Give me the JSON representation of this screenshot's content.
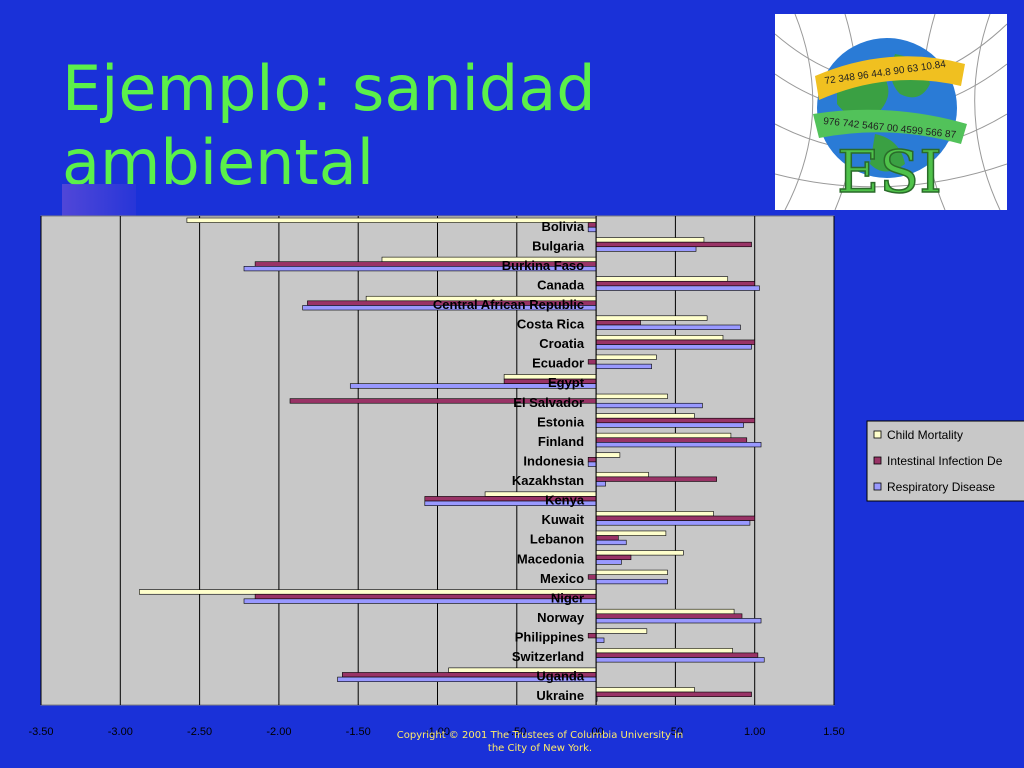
{
  "slide": {
    "title": "Ejemplo: sanidad ambiental",
    "copyright": "Copyright © 2001 The Trustees of Columbia University in the City of New York."
  },
  "logo": {
    "text": "ESI",
    "band_numbers_top": "72 348 96 44.8 90 63 10.84",
    "band_numbers_bottom": "976 742 5467 00 4599 566 87"
  },
  "colors": {
    "background": "#1a31d8",
    "title": "#5bf04a",
    "plot_area": "#c8c8c8",
    "child_mortality": "#ffffcc",
    "intestinal": "#993366",
    "respiratory": "#9999ff"
  },
  "chart_data": {
    "type": "bar",
    "orientation": "horizontal",
    "categories": [
      "Bolivia",
      "Bulgaria",
      "Burkina Faso",
      "Canada",
      "Central African Republic",
      "Costa Rica",
      "Croatia",
      "Ecuador",
      "Egypt",
      "El Salvador",
      "Estonia",
      "Finland",
      "Indonesia",
      "Kazakhstan",
      "Kenya",
      "Kuwait",
      "Lebanon",
      "Macedonia",
      "Mexico",
      "Niger",
      "Norway",
      "Philippines",
      "Switzerland",
      "Uganda",
      "Ukraine"
    ],
    "series": [
      {
        "name": "Child Mortality",
        "color": "#ffffcc",
        "values": [
          -2.58,
          0.68,
          -1.35,
          0.83,
          -1.45,
          0.7,
          0.8,
          0.38,
          -0.58,
          0.45,
          0.62,
          0.85,
          0.15,
          0.33,
          -0.7,
          0.74,
          0.44,
          0.55,
          0.45,
          -2.88,
          0.87,
          0.32,
          0.86,
          -0.93,
          0.62
        ]
      },
      {
        "name": "Intestinal Infection De",
        "color": "#993366",
        "values": [
          -0.05,
          0.98,
          -2.15,
          1.0,
          -1.82,
          0.28,
          1.0,
          -0.05,
          -0.58,
          -1.93,
          1.0,
          0.95,
          -0.05,
          0.76,
          -1.08,
          1.0,
          0.14,
          0.22,
          -0.05,
          -2.15,
          0.92,
          -0.05,
          1.02,
          -1.6,
          0.98
        ]
      },
      {
        "name": "Respiratory Disease",
        "color": "#9999ff",
        "values": [
          -0.05,
          0.63,
          -2.22,
          1.03,
          -1.85,
          0.91,
          0.98,
          0.35,
          -1.55,
          0.67,
          0.93,
          1.04,
          -0.05,
          0.06,
          -1.08,
          0.97,
          0.19,
          0.16,
          0.45,
          -2.22,
          1.04,
          0.05,
          1.06,
          -1.63,
          0.0
        ]
      }
    ],
    "x_ticks": [
      "-3.50",
      "-3.00",
      "-2.50",
      "-2.00",
      "-1.50",
      "-1.00",
      "-.50",
      ".00",
      ".50",
      "1.00",
      "1.50"
    ],
    "xlim": [
      -3.5,
      1.5
    ],
    "grid": "vertical",
    "legend": "right"
  }
}
